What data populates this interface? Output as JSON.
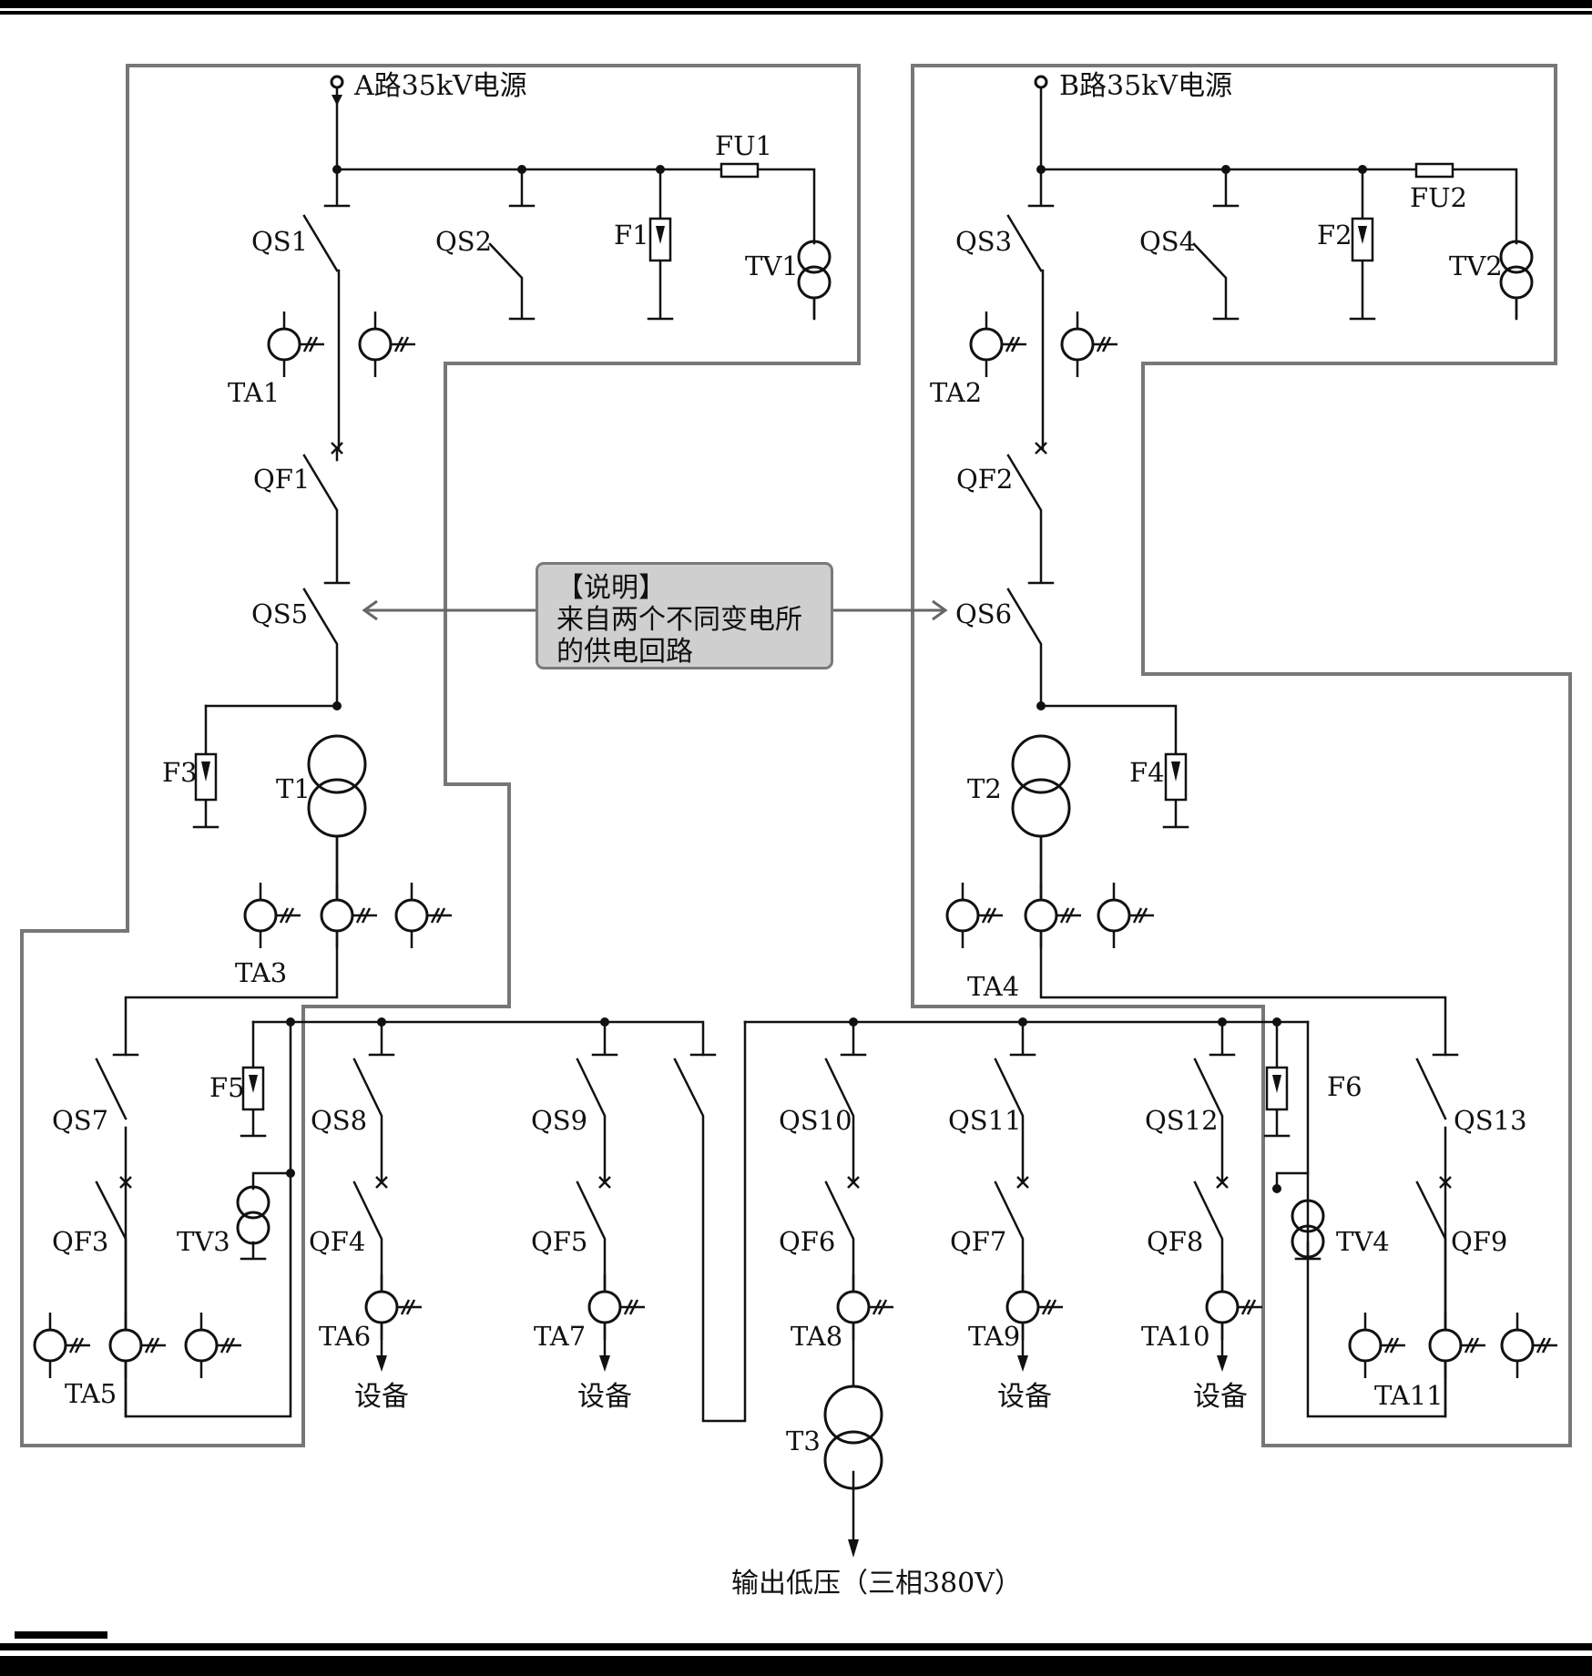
{
  "sources": {
    "a": "A路35kV电源",
    "b": "B路35kV电源"
  },
  "note": {
    "title": "【说明】",
    "line1": "来自两个不同变电所",
    "line2": "的供电回路"
  },
  "labels": {
    "QS1": "QS1",
    "QS2": "QS2",
    "QS3": "QS3",
    "QS4": "QS4",
    "QS5": "QS5",
    "QS6": "QS6",
    "QS7": "QS7",
    "QS8": "QS8",
    "QS9": "QS9",
    "QS10": "QS10",
    "QS11": "QS11",
    "QS12": "QS12",
    "QS13": "QS13",
    "QF1": "QF1",
    "QF2": "QF2",
    "QF3": "QF3",
    "QF4": "QF4",
    "QF5": "QF5",
    "QF6": "QF6",
    "QF7": "QF7",
    "QF8": "QF8",
    "QF9": "QF9",
    "FU1": "FU1",
    "FU2": "FU2",
    "F1": "F1",
    "F2": "F2",
    "F3": "F3",
    "F4": "F4",
    "F5": "F5",
    "F6": "F6",
    "TV1": "TV1",
    "TV2": "TV2",
    "TV3": "TV3",
    "TV4": "TV4",
    "T1": "T1",
    "T2": "T2",
    "T3": "T3",
    "TA1": "TA1",
    "TA2": "TA2",
    "TA3": "TA3",
    "TA4": "TA4",
    "TA5": "TA5",
    "TA6": "TA6",
    "TA7": "TA7",
    "TA8": "TA8",
    "TA9": "TA9",
    "TA10": "TA10",
    "TA11": "TA11"
  },
  "equipment": "设备",
  "output": "输出低压（三相380V）"
}
